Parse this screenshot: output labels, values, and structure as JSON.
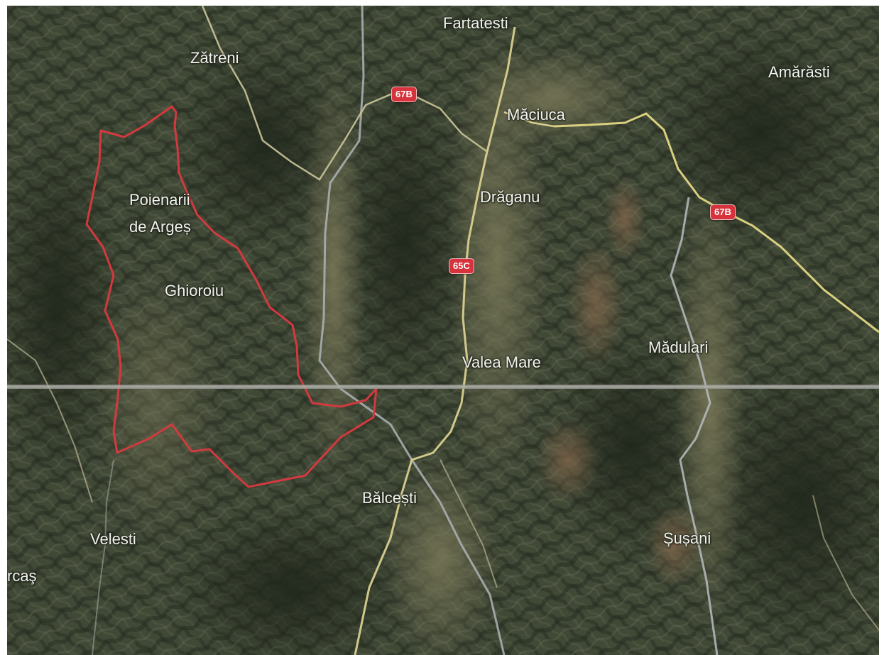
{
  "map": {
    "places": {
      "fartatesti": "Fartatesti",
      "zatreni": "Zătreni",
      "amarasti": "Amărăsti",
      "maciuca": "Măciuca",
      "poienarii": "Poienarii",
      "de_arges": "de Argeș",
      "draganu": "Drăganu",
      "ghioroiu": "Ghioroiu",
      "madulari": "Mădulari",
      "valea_mare": "Valea Mare",
      "balcesti": "Bălcești",
      "velesti": "Velesti",
      "susani": "Șușani",
      "rcas": "rcaş"
    },
    "road_shields": {
      "r67b_north": "67B",
      "r67b_east": "67B",
      "r65c": "65C"
    },
    "colors": {
      "terrain_dark": "#262d21",
      "terrain_mid": "#4a5340",
      "farmland": "#6d6e52",
      "boundary": "#d23a3f",
      "road_minor": "#c9c39a",
      "road_major": "#e7dc8a",
      "river": "#aeb3b6",
      "shield": "#d7333c"
    }
  }
}
